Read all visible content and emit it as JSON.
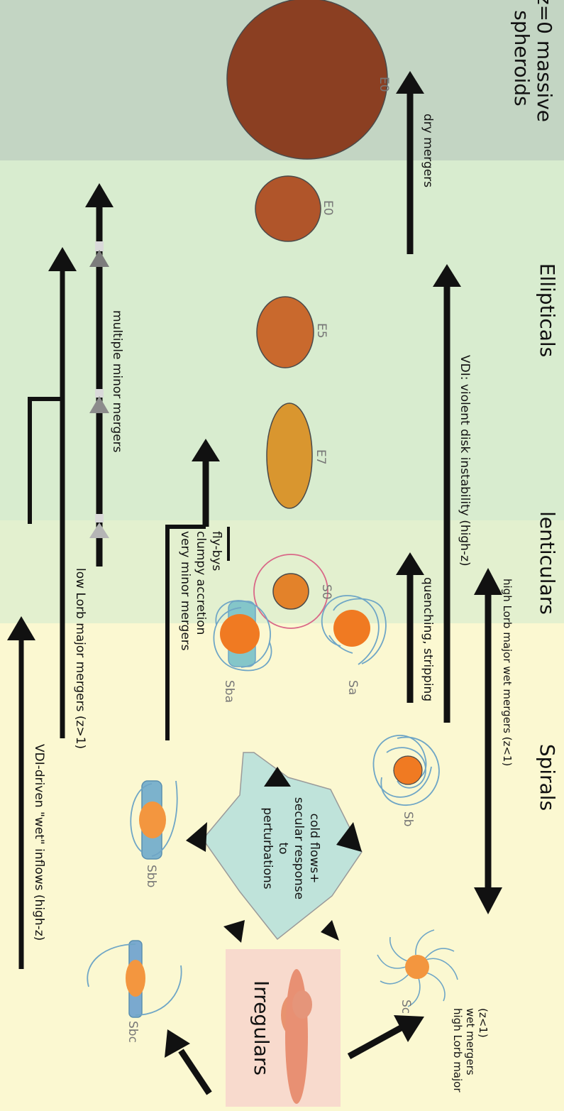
{
  "zones": {
    "massive": "z=0 massive spheroids",
    "ellipticals": "Ellipticals",
    "lenticulars": "lenticulars",
    "spirals": "Spirals",
    "irregulars": "Irregulars"
  },
  "galaxies": {
    "e0_big": "E0",
    "e0": "E0",
    "e5": "E5",
    "e7": "E7",
    "s0": "S0",
    "sa": "Sa",
    "sb": "Sb",
    "sc": "Sc",
    "sba": "Sba",
    "sbb": "Sbb",
    "sbc": "Sbc"
  },
  "arrows": {
    "dry": "dry mergers",
    "vdi": "VDI: violent disk instability (high-z)",
    "quench": "quenching, stripping",
    "high_lorb": "high Lorb major wet mergers (z<1)",
    "high_lorb_irr_1": "high Lorb major",
    "high_lorb_irr_2": "wet mergers",
    "high_lorb_irr_3": "(z<1)",
    "minor": "multiple minor mergers",
    "low_lorb": "low Lorb major mergers (z>1)",
    "flyby_1": "fly-bys",
    "flyby_2": "clumpy accretion",
    "flyby_3": "very minor mergers",
    "wet_inflows": "VDI-driven \"wet\" inflows (high-z)"
  },
  "star": {
    "line1": "cold flows+",
    "line2": "secular response",
    "line3": "to",
    "line4": "perturbations"
  },
  "colors": {
    "massive_bg": "#c3d5c3",
    "ellip_bg": "#d8eccf",
    "lentic_bg": "#e3f0cf",
    "spiral_bg": "#fbf8d1",
    "irregular_bg": "#f8dacd",
    "e0_big": "#8b3f22",
    "e0": "#b0552a",
    "e5": "#c9692d",
    "e7": "#d9962f",
    "bulge": "#f07a22",
    "bulge_light": "#f3963f",
    "arm": "#6fa6c6",
    "bar": "#84c6c9",
    "star_fill": "#bfe3da",
    "s0_ring": "#d96888"
  }
}
